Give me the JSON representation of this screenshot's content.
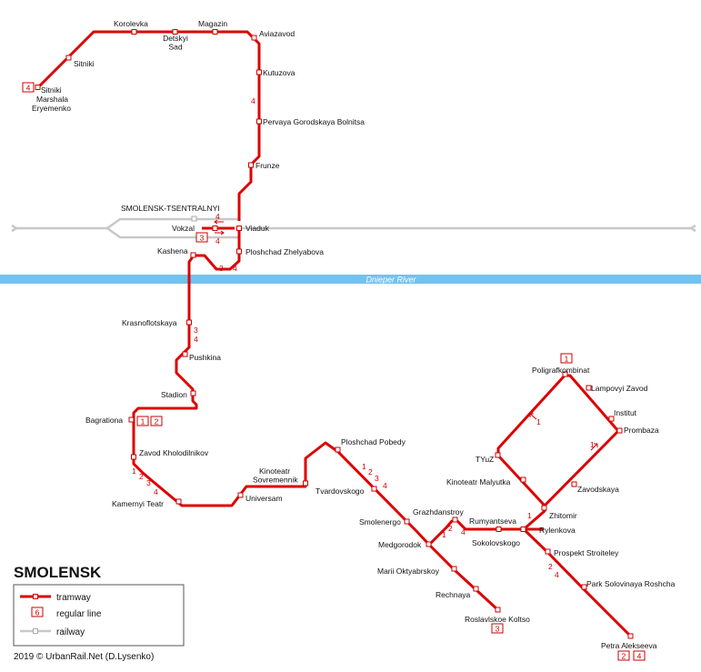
{
  "title": "SMOLENSK",
  "river": "Dnieper River",
  "station_railway": "SMOLENSK-TSENTRALNYI",
  "stations": {
    "korolevka": "Korolevka",
    "detskyi_sad": "Detskyi\nSad",
    "magazin": "Magazin",
    "aviazavod": "Aviazavod",
    "sitniki": "Sitniki",
    "sitniki_term": "Sitniki\nMarshala\nEryemenko",
    "kutuzova": "Kutuzova",
    "pervaya": "Pervaya Gorodskaya Bolnitsa",
    "frunze": "Frunze",
    "vokzal": "Vokzal",
    "viaduk": "Viaduk",
    "kashena": "Kashena",
    "ploshchad_zhelyabova": "Ploshchad Zhelyabova",
    "krasnoflotskaya": "Krasnoflotskaya",
    "pushkina": "Pushkina",
    "stadion": "Stadion",
    "bagrationa": "Bagrationa",
    "zavod_kholodilnikov": "Zavod Kholodilnikov",
    "kamernyi_teatr": "Kamernyi Teatr",
    "kinoteatr_sovremennik": "Kinoteatr\nSovremennik",
    "universam": "Universam",
    "ploshchad_pobedy": "Ploshchad Pobedy",
    "tvardovskogo": "Tvardovskogo",
    "smolenergo": "Smolenergo",
    "grazhdanstroy": "Grazhdanstroy",
    "rumyantseva": "Rumyantseva",
    "medgorodok": "Medgorodok",
    "sokolovskogo": "Sokolovskogo",
    "rylenkova": "Rylenkova",
    "zhitomir": "Zhitomir",
    "marii_oktyabrskoy": "Marii Oktyabrskoy",
    "rechnaya": "Rechnaya",
    "roslavlskoe_koltso": "Roslavlskoe Koltso",
    "prospekt_stroiteley": "Prospekt Stroiteley",
    "park_solovinaya_roshcha": "Park Solovinaya Roshcha",
    "petra_alekseeva": "Petra Alekseeva",
    "poligrafkombinat": "Poligrafkombinat",
    "lampovyi_zavod": "Lampovyi Zavod",
    "institut": "Institut",
    "prombaza": "Prombaza",
    "tyuz": "TYuZ",
    "kinoteatr_malyutka": "Kinoteatr Malyutka",
    "zavodskaya": "Zavodskaya"
  },
  "line_numbers": {
    "n1": "1",
    "n2": "2",
    "n3": "3",
    "n4": "4"
  },
  "legend": {
    "tramway": "tramway",
    "regular_line": "regular line",
    "regular_line_sample": "6",
    "railway": "railway"
  },
  "credit": "2019 © UrbanRail.Net (D.Lysenko)",
  "colors": {
    "tram": "#dd0000",
    "railway": "#c8c8c8",
    "river": "#73c2ee"
  }
}
